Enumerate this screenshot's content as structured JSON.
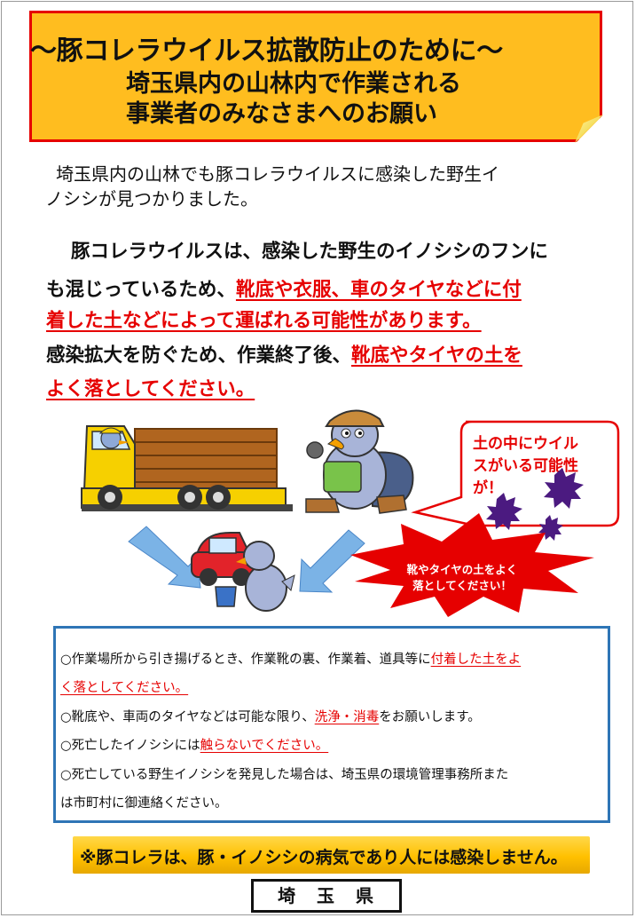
{
  "title": {
    "line1": "～豚コレラウイルス拡散防止のために～",
    "line2": "埼玉県内の山林内で作業される",
    "line3": "事業者のみなさまへのお願い"
  },
  "intro": {
    "line1": "埼玉県内の山林でも豚コレラウイルスに感染した野生イ",
    "line2": "ノシシが見つかりました。"
  },
  "para": {
    "l1": "豚コレラウイルスは、感染した野生のイノシシのフンに",
    "l2a": "も混じっているため、",
    "l2b": "靴底や衣服、車のタイヤなどに付",
    "l3": "着した土などによって運ばれる可能性があります。",
    "l4a": "感染拡大を防ぐため、作業終了後、",
    "l4b": "靴底やタイヤの土を",
    "l5": "よく落としてください。"
  },
  "bubble": {
    "l1": "土の中にウイル",
    "l2": "スがいる可能性",
    "l3": "が！"
  },
  "burst": {
    "l1": "靴やタイヤの土をよく",
    "l2": "落としてください！"
  },
  "instructions": {
    "i1a": "○作業場所から引き揚げるとき、作業靴の裏、作業着、道具等に",
    "i1b": "付着した土をよ",
    "i1c": "く落としてください。",
    "i2a": "○靴底や、車両のタイヤなどは可能な限り、",
    "i2b": "洗浄・消毒",
    "i2c": "をお願いします。",
    "i3a": "○死亡したイノシシには",
    "i3b": "触らないでください。",
    "i4a": "○死亡している野生イノシシを発見した場合は、埼玉県の環境管理事務所また",
    "i4b": "は市町村に御連絡ください。"
  },
  "note": "※豚コレラは、豚・イノシシの病気であり人には感染しません。",
  "footer": "埼　玉　県",
  "colors": {
    "banner": "#ffbd1f",
    "banner_border": "#e60000",
    "emphasis": "#e60000",
    "box_border": "#2e75b6",
    "note_bg": "#ffc000",
    "virus": "#4b1a80"
  }
}
